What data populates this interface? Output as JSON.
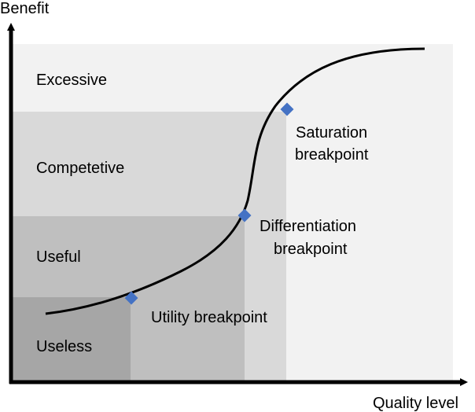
{
  "axes": {
    "y_label": "Benefit",
    "x_label": "Quality level"
  },
  "zones": [
    {
      "label": "Excessive",
      "color": "#f2f2f2"
    },
    {
      "label": "Competetive",
      "color": "#d9d9d9"
    },
    {
      "label": "Useful",
      "color": "#bfbfbf"
    },
    {
      "label": "Useless",
      "color": "#a6a6a6"
    }
  ],
  "breakpoints": [
    {
      "lines": [
        "Saturation",
        "breakpoint"
      ],
      "color": "#4472c4"
    },
    {
      "lines": [
        "Differentiation",
        "breakpoint"
      ],
      "color": "#4472c4"
    },
    {
      "lines": [
        "Utility breakpoint"
      ],
      "color": "#4472c4"
    }
  ],
  "curve_color": "#000000"
}
